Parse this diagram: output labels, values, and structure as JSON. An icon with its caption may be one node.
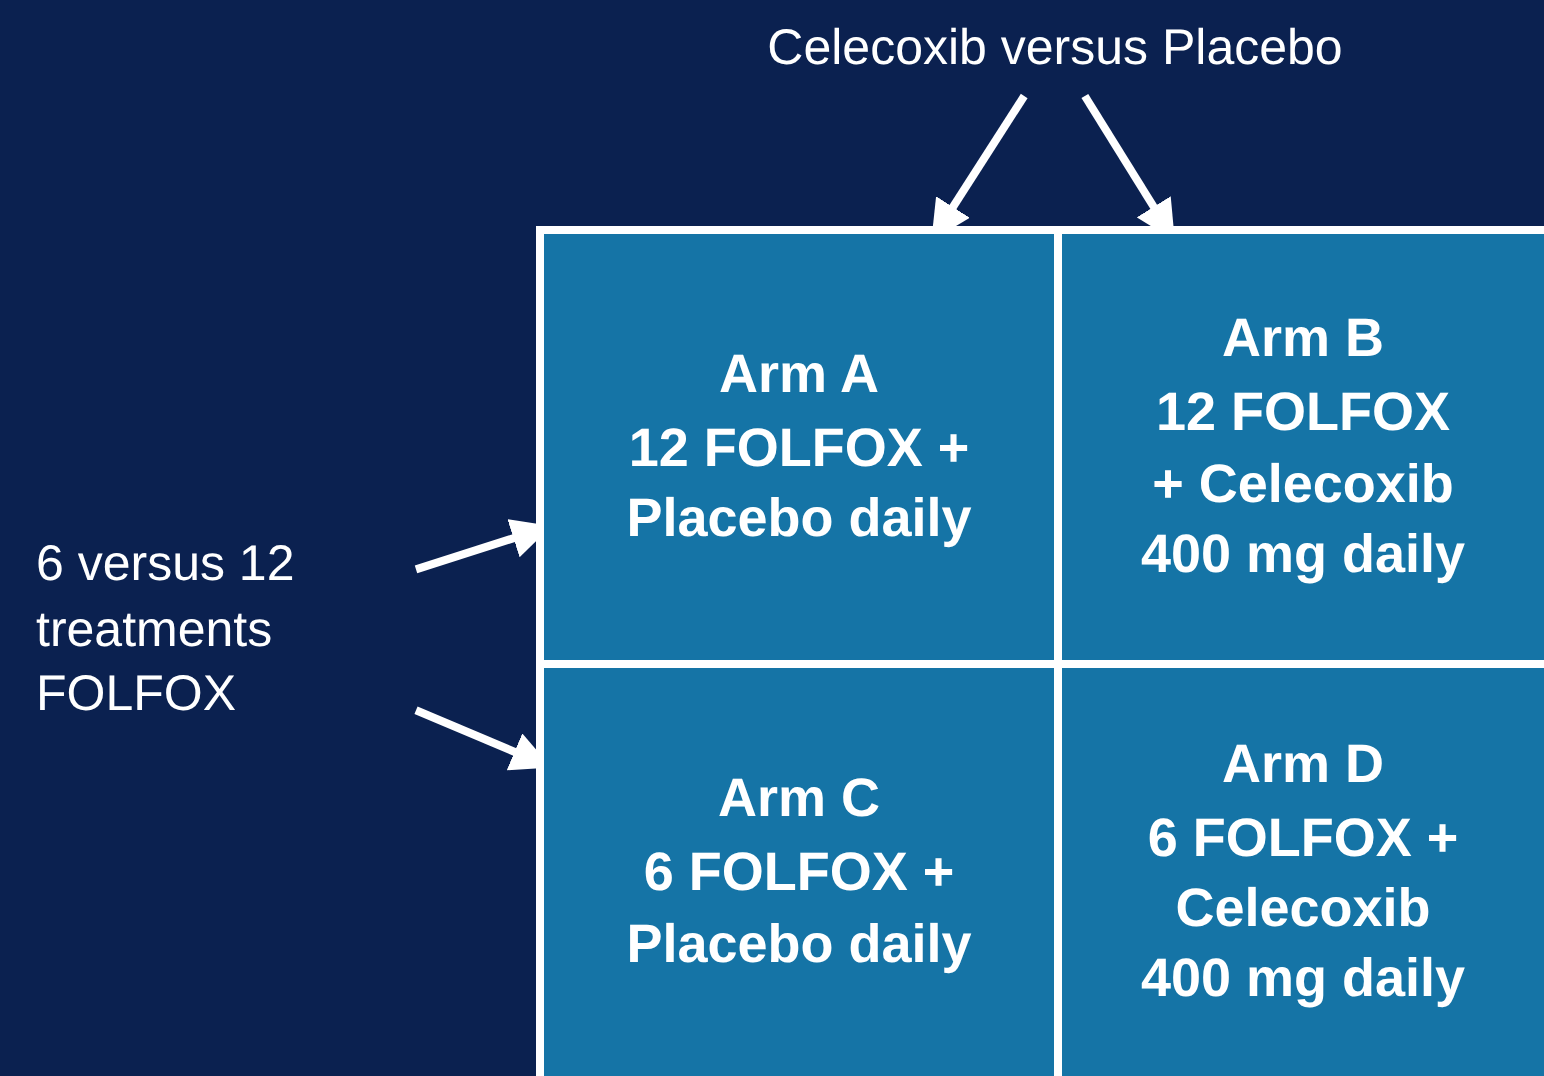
{
  "diagram": {
    "nodes": [
      {
        "text": [
          "Celecoxib versus Placebo"
        ]
      },
      {
        "text": [
          "6 versus 12 treatments FOLFOX"
        ]
      },
      {
        "text": [
          "Arm A",
          "12 FOLFOX + Placebo daily"
        ]
      },
      {
        "text": [
          "Arm B",
          "12 FOLFOX + Celecoxib 400 mg daily"
        ]
      },
      {
        "text": [
          "Arm C",
          "6 FOLFOX + Placebo daily"
        ]
      },
      {
        "text": [
          "Arm D",
          "6 FOLFOX + Celecoxib 400 mg daily"
        ]
      }
    ],
    "edges": [
      {
        "from": 0,
        "to": 2,
        "arrow": "to"
      },
      {
        "from": 0,
        "to": 3,
        "arrow": "to"
      },
      {
        "from": 1,
        "to": 2,
        "arrow": "to"
      },
      {
        "from": 1,
        "to": 4,
        "arrow": "to"
      }
    ]
  }
}
